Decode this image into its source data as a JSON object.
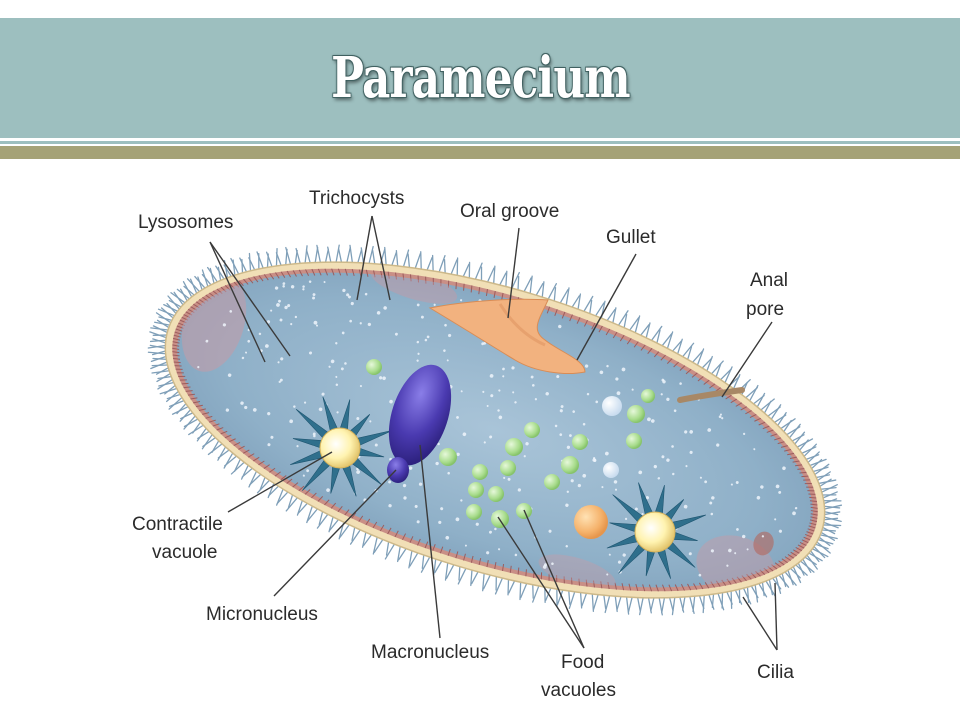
{
  "slide": {
    "title": "Paramecium"
  },
  "labels": {
    "lysosomes": "Lysosomes",
    "trichocysts": "Trichocysts",
    "oral_groove": "Oral groove",
    "gullet": "Gullet",
    "anal_pore_line1": "Anal",
    "anal_pore_line2": "pore",
    "contractile_line1": "Contractile",
    "contractile_line2": "vacuole",
    "micronucleus": "Micronucleus",
    "macronucleus": "Macronucleus",
    "food_line1": "Food",
    "food_line2": "vacuoles",
    "cilia": "Cilia"
  },
  "colors": {
    "title_band": "#9dbfbf",
    "divider": "#a5a277",
    "cytoplasm": "#8fb0c8",
    "pellicle": "#f1dfb6",
    "cilia": "#7f9fb8",
    "macronucleus": "#4a3ab0",
    "food_vacuole": "#a8dc8c",
    "oral_groove": "#f2b27f",
    "contractile_vacuole": "#fff3b0"
  }
}
